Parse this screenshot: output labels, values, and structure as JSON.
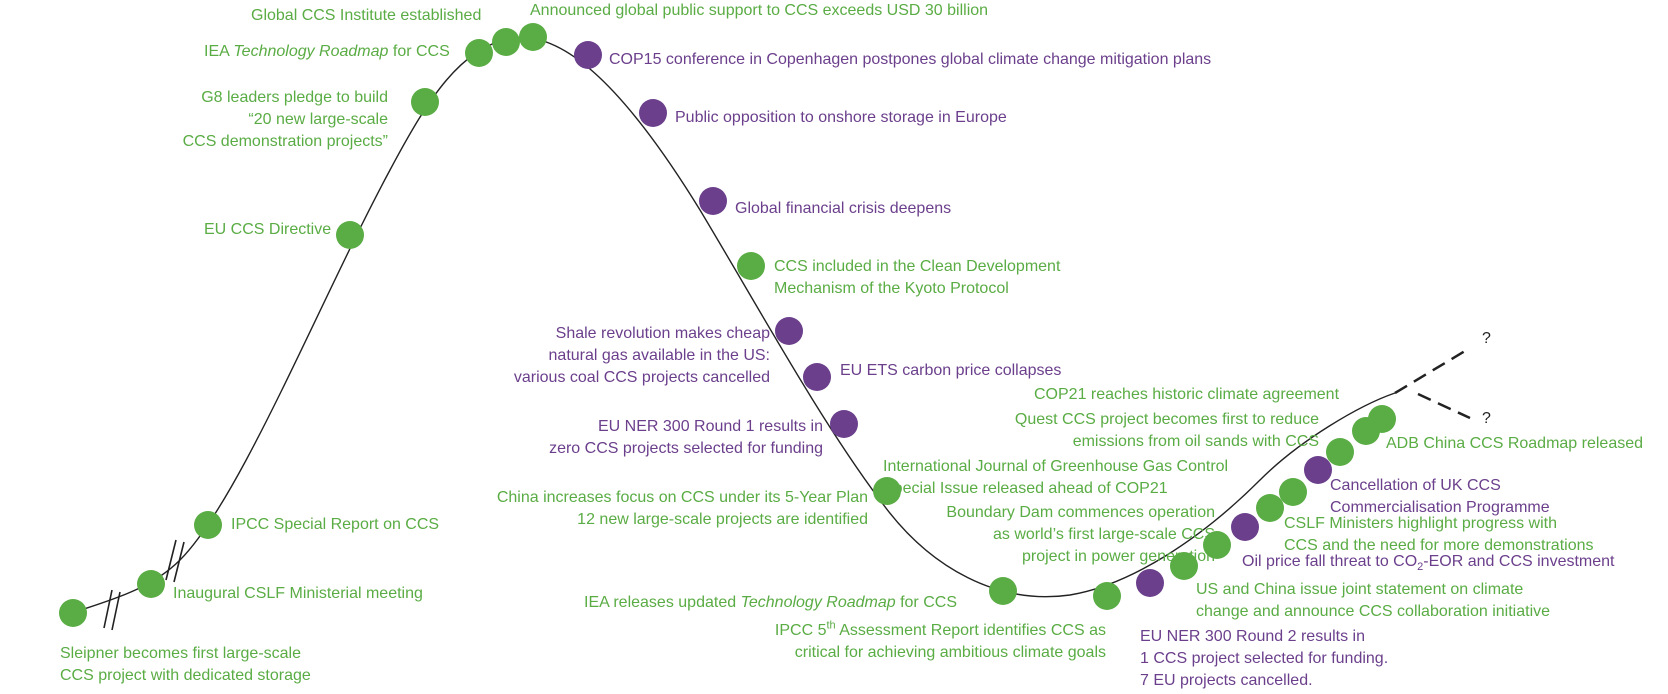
{
  "colors": {
    "positive": "#5aac44",
    "negative": "#6b3f8c",
    "curve": "#222222"
  },
  "events": {
    "sleipner": {
      "lines": [
        "Sleipner becomes first large-scale",
        "CCS project with dedicated storage"
      ]
    },
    "cslf": {
      "lines": [
        "Inaugural CSLF Ministerial meeting"
      ]
    },
    "ipcc_sr": {
      "lines": [
        "IPCC Special Report on CCS"
      ]
    },
    "eu_directive": {
      "lines": [
        "EU CCS Directive"
      ]
    },
    "g8": {
      "lines": [
        "G8 leaders pledge to build",
        "“20 new large-scale",
        "CCS demonstration projects”"
      ]
    },
    "iea_roadmap": {
      "prefix": "IEA ",
      "italic": "Technology Roadmap",
      "suffix": " for CCS"
    },
    "gccsi": {
      "lines": [
        "Global CCS Institute established"
      ]
    },
    "support": {
      "lines": [
        "Announced global public support to CCS exceeds USD 30 billion"
      ]
    },
    "cop15": {
      "lines": [
        "COP15 conference in Copenhagen postpones global climate change mitigation plans"
      ]
    },
    "opposition": {
      "lines": [
        "Public opposition to onshore storage in Europe"
      ]
    },
    "crisis": {
      "lines": [
        "Global financial crisis deepens"
      ]
    },
    "cdm": {
      "lines": [
        "CCS included in the Clean Development",
        "Mechanism of the Kyoto Protocol"
      ]
    },
    "shale": {
      "lines": [
        "Shale revolution makes cheap",
        "natural gas available in the US:",
        "various coal CCS projects cancelled"
      ]
    },
    "ets": {
      "lines": [
        "EU ETS carbon price collapses"
      ]
    },
    "ner1": {
      "lines": [
        "EU NER 300 Round 1 results in",
        "zero CCS projects selected for funding"
      ]
    },
    "ijggc": {
      "lines": [
        "International Journal of Greenhouse Gas Control",
        "Special Issue released ahead of COP21"
      ]
    },
    "china5": {
      "lines": [
        "China increases focus on CCS under its 5-Year Plan",
        "12 new large-scale projects are identified"
      ]
    },
    "boundary": {
      "lines": [
        "Boundary Dam commences operation",
        "as world’s first large-scale CCS",
        "project in power generation"
      ]
    },
    "iea_update": {
      "prefix": "IEA releases updated ",
      "italic": "Technology Roadmap",
      "suffix": " for CCS"
    },
    "ipcc5": {
      "line1_a": "IPCC 5",
      "line1_sup": "th",
      "line1_b": " Assessment Report identifies CCS as",
      "line2": "critical for achieving ambitious climate goals"
    },
    "ner2": {
      "lines": [
        "EU NER 300 Round 2 results in",
        "1 CCS project selected for funding.",
        "7 EU projects cancelled."
      ]
    },
    "us_china": {
      "lines": [
        "US and China issue joint statement on climate",
        "change and announce CCS collaboration initiative"
      ]
    },
    "oil": {
      "a": "Oil price fall threat to CO",
      "sub": "2",
      "b": "-EOR and CCS investment"
    },
    "cslf_min": {
      "lines": [
        "CSLF Ministers highlight progress with",
        "CCS and the need for more demonstrations"
      ]
    },
    "uk_cancel": {
      "lines": [
        "Cancellation of UK CCS",
        "Commercialisation Programme"
      ]
    },
    "quest": {
      "lines": [
        "Quest CCS project becomes first to reduce",
        "emissions from oil sands with CCS"
      ]
    },
    "cop21": {
      "lines": [
        "COP21 reaches historic climate agreement"
      ]
    },
    "adb": {
      "lines": [
        "ADB China CCS Roadmap released"
      ]
    }
  },
  "unknown_marks": [
    "?",
    "?"
  ]
}
